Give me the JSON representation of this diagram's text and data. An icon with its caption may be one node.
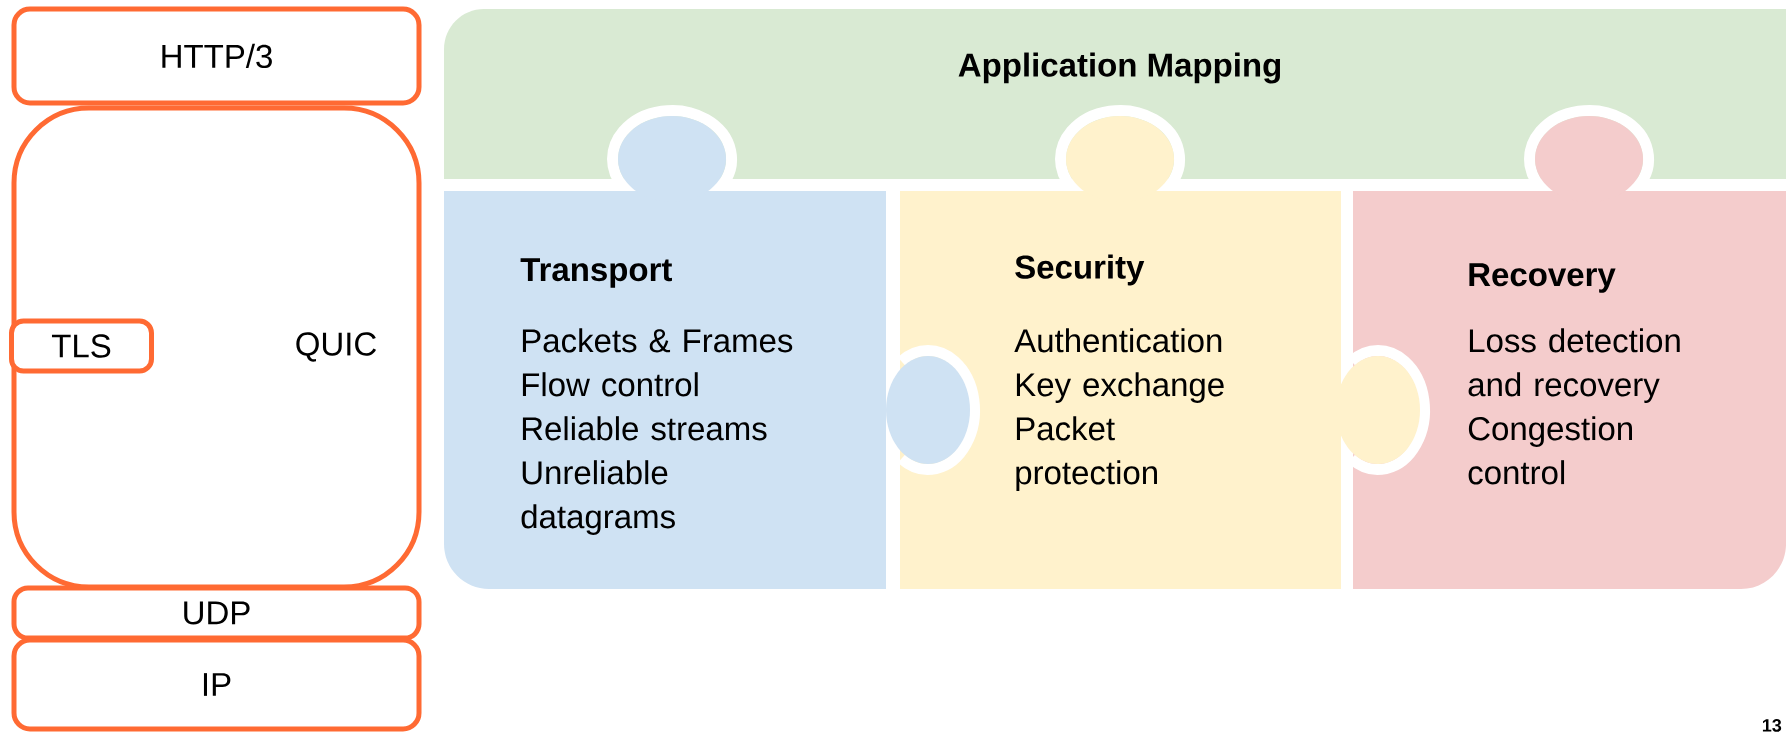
{
  "diagram": {
    "nodes": [
      {
        "text": [
          "HTTP/3"
        ]
      },
      {
        "text": [
          "QUIC"
        ]
      },
      {
        "text": [
          "TLS"
        ],
        "in": 1
      },
      {
        "text": [
          "UDP"
        ]
      },
      {
        "text": [
          "IP"
        ]
      },
      {
        "text": [
          "Application Mapping"
        ]
      },
      {
        "text": [
          "Transport",
          "Packets & Frames",
          "Flow control",
          "Reliable streams",
          "Unreliable datagrams"
        ]
      },
      {
        "text": [
          "Security",
          "Authentication",
          "Key exchange",
          "Packet protection"
        ]
      },
      {
        "text": [
          "Recovery",
          "Loss detection and recovery",
          "Congestion control"
        ]
      }
    ],
    "labels": [
      "13"
    ]
  }
}
